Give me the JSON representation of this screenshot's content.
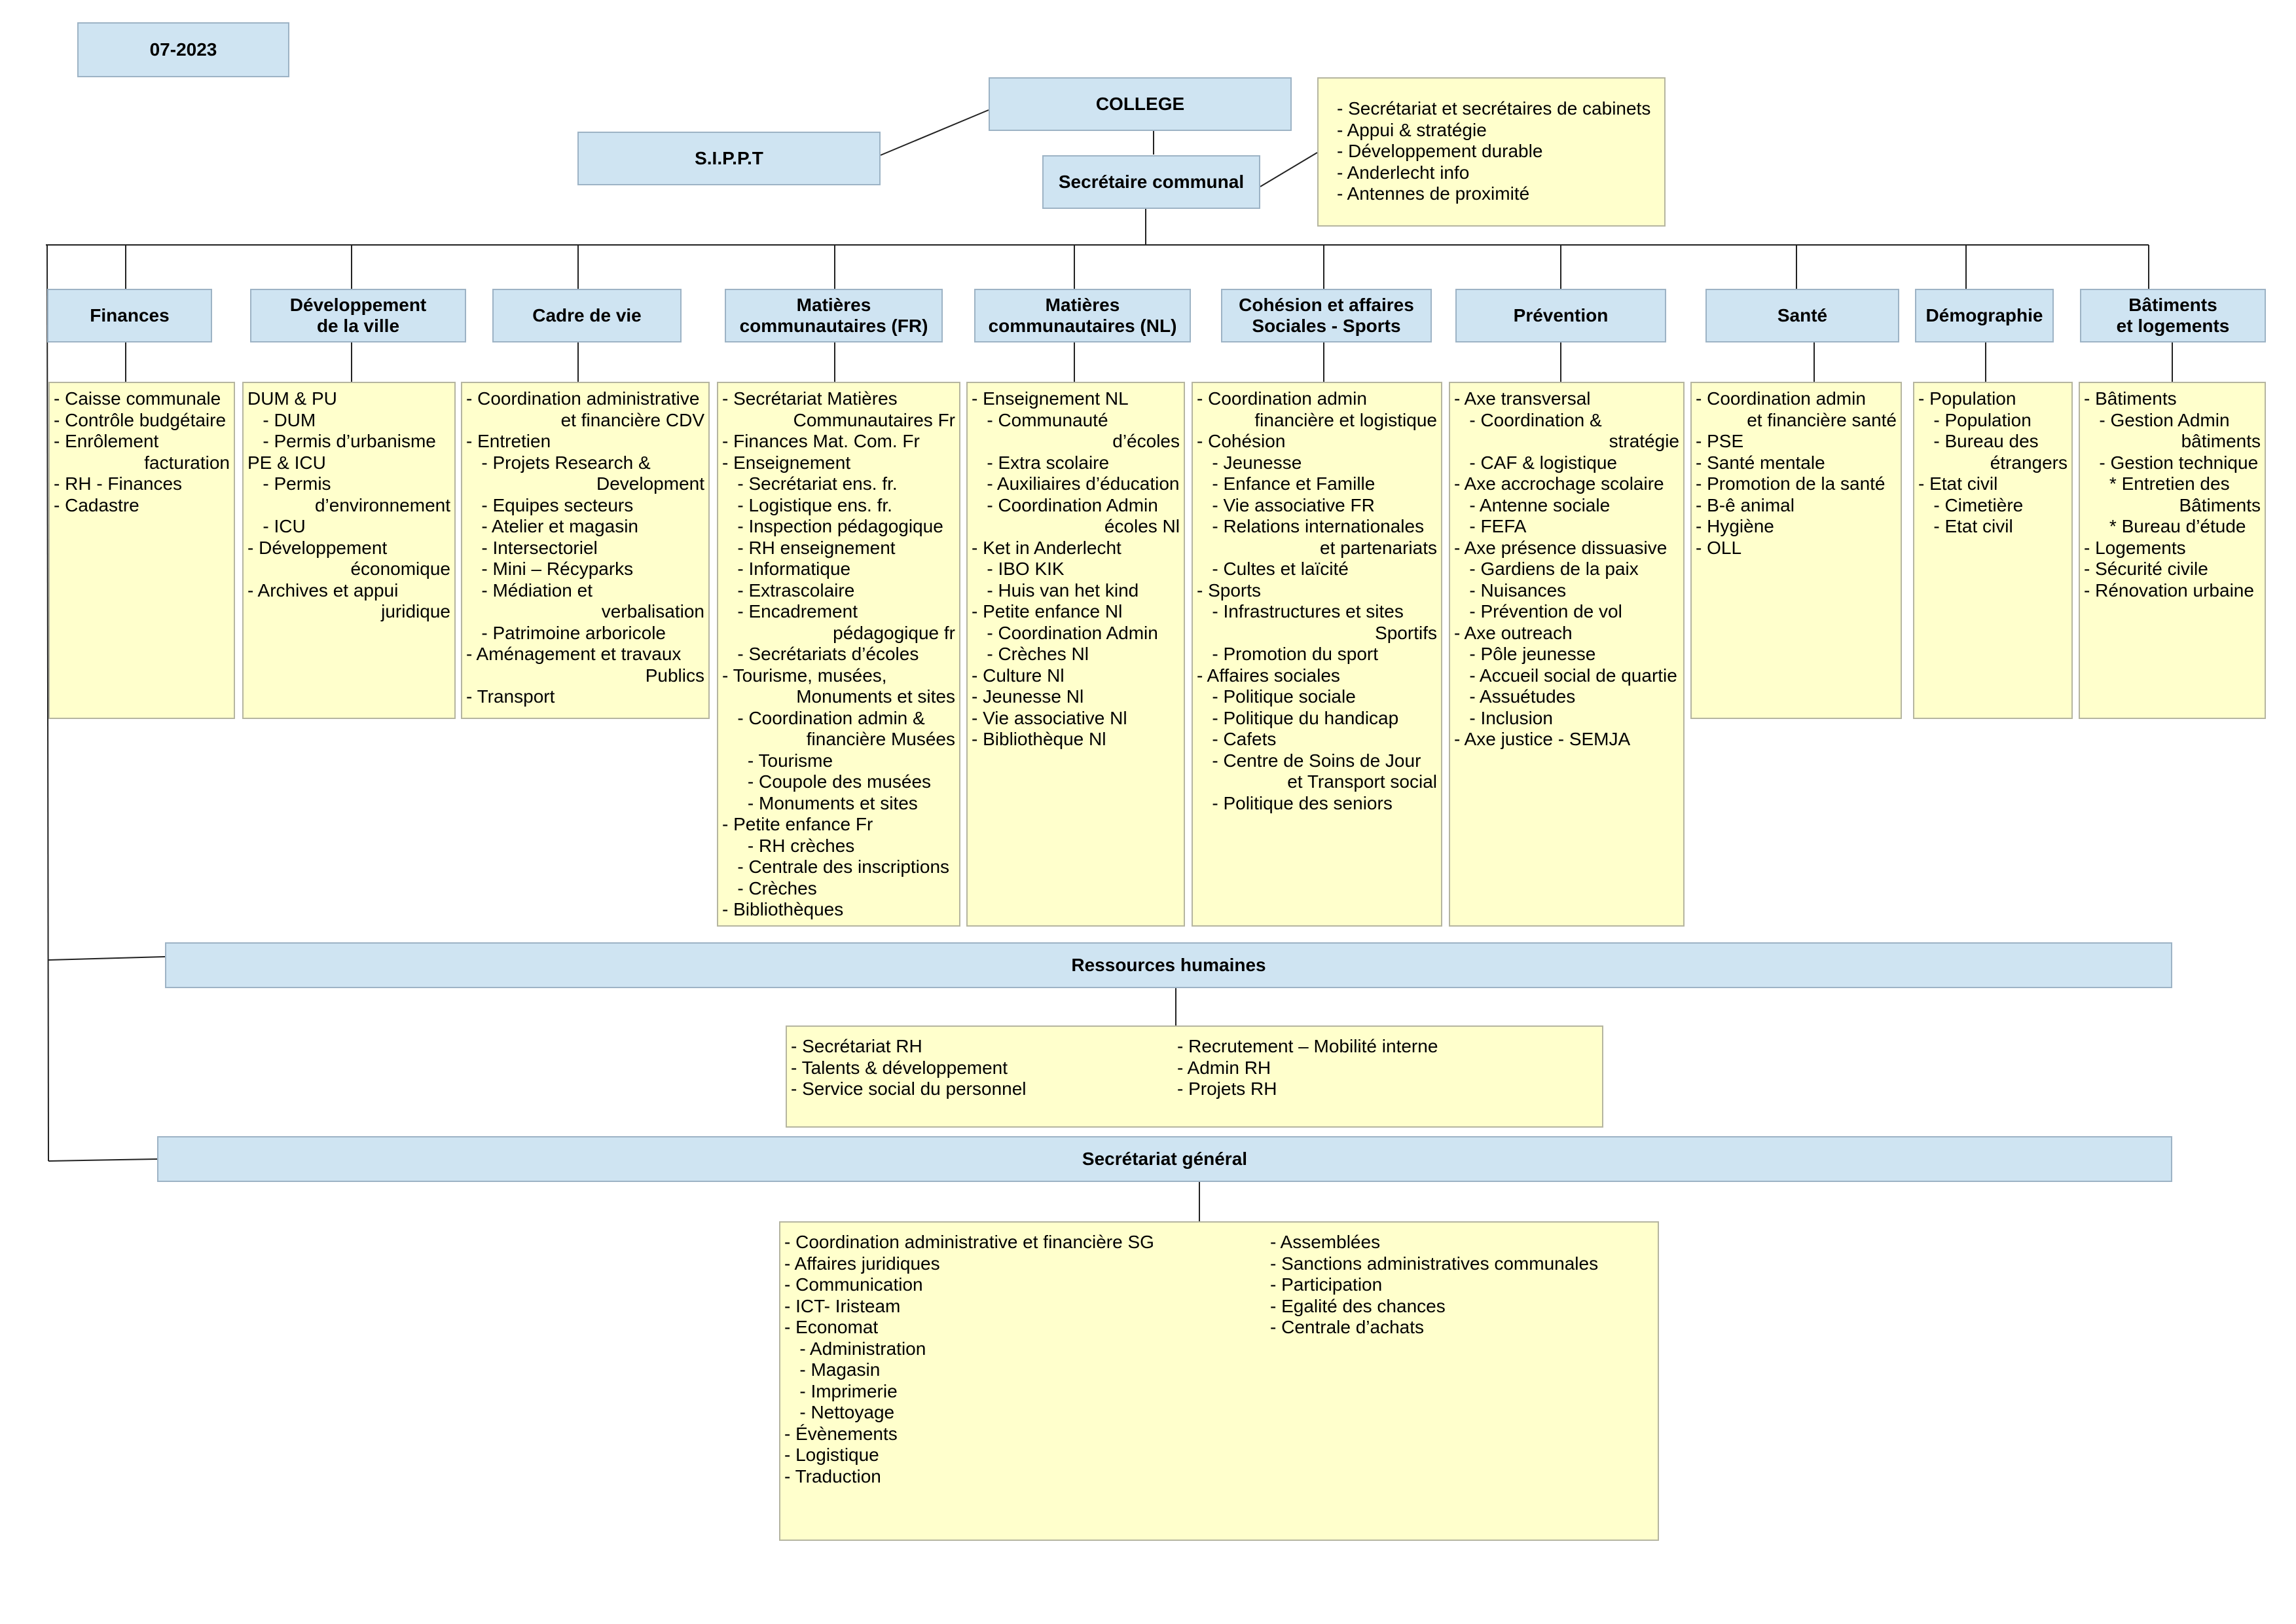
{
  "date": "07-2023",
  "top": {
    "college": "COLLEGE",
    "sippt": "S.I.P.P.T",
    "secretaire": "Secrétaire communal",
    "secretaire_notes": [
      {
        "t": "- Secrétariat et secrétaires de cabinets"
      },
      {
        "t": "- Appui & stratégie"
      },
      {
        "t": "- Développement durable"
      },
      {
        "t": "- Anderlecht info"
      },
      {
        "t": "- Antennes de proximité"
      }
    ]
  },
  "departments": [
    {
      "label": "Finances",
      "items": [
        {
          "t": "- Caisse communale"
        },
        {
          "t": "- Contrôle budgétaire"
        },
        {
          "t": "- Enrôlement"
        },
        {
          "t": "facturation",
          "r": true
        },
        {
          "t": "- RH - Finances"
        },
        {
          "t": "- Cadastre"
        }
      ]
    },
    {
      "label": "Développement\nde la ville",
      "items": [
        {
          "t": "DUM & PU"
        },
        {
          "t": "   - DUM"
        },
        {
          "t": "   - Permis d’urbanisme"
        },
        {
          "t": "PE & ICU"
        },
        {
          "t": "   - Permis"
        },
        {
          "t": "d’environnement",
          "r": true
        },
        {
          "t": "   - ICU"
        },
        {
          "t": "- Développement"
        },
        {
          "t": "économique",
          "r": true
        },
        {
          "t": "- Archives et appui"
        },
        {
          "t": "juridique",
          "r": true
        }
      ]
    },
    {
      "label": "Cadre de vie",
      "items": [
        {
          "t": "- Coordination administrative"
        },
        {
          "t": "et financière CDV",
          "r": true
        },
        {
          "t": "- Entretien"
        },
        {
          "t": "   - Projets Research &"
        },
        {
          "t": "Development",
          "r": true
        },
        {
          "t": "   - Equipes secteurs"
        },
        {
          "t": "   - Atelier et magasin"
        },
        {
          "t": "   - Intersectoriel"
        },
        {
          "t": "   - Mini – Récyparks"
        },
        {
          "t": "   - Médiation et"
        },
        {
          "t": "verbalisation",
          "r": true
        },
        {
          "t": "   - Patrimoine arboricole"
        },
        {
          "t": "- Aménagement et travaux"
        },
        {
          "t": "Publics",
          "r": true
        },
        {
          "t": "- Transport"
        }
      ]
    },
    {
      "label": "Matières\ncommunautaires (FR)",
      "items": [
        {
          "t": "- Secrétariat Matières"
        },
        {
          "t": "Communautaires Fr",
          "r": true
        },
        {
          "t": "- Finances Mat. Com. Fr"
        },
        {
          "t": "- Enseignement"
        },
        {
          "t": "   - Secrétariat ens. fr."
        },
        {
          "t": "   - Logistique ens. fr."
        },
        {
          "t": "   - Inspection pédagogique"
        },
        {
          "t": "   - RH enseignement"
        },
        {
          "t": "   - Informatique"
        },
        {
          "t": "   - Extrascolaire"
        },
        {
          "t": "   - Encadrement"
        },
        {
          "t": "pédagogique fr",
          "r": true
        },
        {
          "t": "   - Secrétariats d’écoles"
        },
        {
          "t": "- Tourisme, musées,"
        },
        {
          "t": "Monuments et sites",
          "r": true
        },
        {
          "t": "   - Coordination admin &"
        },
        {
          "t": "financière Musées",
          "r": true
        },
        {
          "t": "     - Tourisme"
        },
        {
          "t": "     - Coupole des musées"
        },
        {
          "t": "     - Monuments et sites"
        },
        {
          "t": "- Petite enfance Fr"
        },
        {
          "t": "     - RH crèches"
        },
        {
          "t": "   - Centrale des inscriptions"
        },
        {
          "t": "   - Crèches"
        },
        {
          "t": "- Bibliothèques"
        }
      ]
    },
    {
      "label": "Matières\ncommunautaires (NL)",
      "items": [
        {
          "t": "- Enseignement NL"
        },
        {
          "t": "   - Communauté"
        },
        {
          "t": "d’écoles",
          "r": true
        },
        {
          "t": "   - Extra scolaire"
        },
        {
          "t": "   - Auxiliaires d’éducation"
        },
        {
          "t": "   - Coordination Admin"
        },
        {
          "t": "écoles Nl",
          "r": true
        },
        {
          "t": "- Ket in Anderlecht"
        },
        {
          "t": "   - IBO KIK"
        },
        {
          "t": "   - Huis van het kind"
        },
        {
          "t": "- Petite enfance Nl"
        },
        {
          "t": "   - Coordination Admin"
        },
        {
          "t": "   - Crèches Nl"
        },
        {
          "t": "- Culture Nl"
        },
        {
          "t": "- Jeunesse Nl"
        },
        {
          "t": "- Vie associative Nl"
        },
        {
          "t": "- Bibliothèque Nl"
        }
      ]
    },
    {
      "label": "Cohésion et affaires\nSociales - Sports",
      "items": [
        {
          "t": "- Coordination admin"
        },
        {
          "t": "financière et logistique",
          "r": true
        },
        {
          "t": "- Cohésion"
        },
        {
          "t": "   - Jeunesse"
        },
        {
          "t": "   - Enfance et Famille"
        },
        {
          "t": "   - Vie associative FR"
        },
        {
          "t": "   - Relations internationales"
        },
        {
          "t": "et partenariats",
          "r": true
        },
        {
          "t": "   - Cultes et laïcité"
        },
        {
          "t": "- Sports"
        },
        {
          "t": "   - Infrastructures et sites"
        },
        {
          "t": "Sportifs",
          "r": true
        },
        {
          "t": "   - Promotion du sport"
        },
        {
          "t": "- Affaires sociales"
        },
        {
          "t": "   - Politique sociale"
        },
        {
          "t": "   - Politique du handicap"
        },
        {
          "t": "   - Cafets"
        },
        {
          "t": "   - Centre de Soins de Jour"
        },
        {
          "t": "et Transport social",
          "r": true
        },
        {
          "t": "   - Politique des seniors"
        }
      ]
    },
    {
      "label": "Prévention",
      "items": [
        {
          "t": "- Axe transversal"
        },
        {
          "t": "   - Coordination &"
        },
        {
          "t": "stratégie",
          "r": true
        },
        {
          "t": "   - CAF & logistique"
        },
        {
          "t": "- Axe accrochage scolaire"
        },
        {
          "t": "   - Antenne sociale"
        },
        {
          "t": "   - FEFA"
        },
        {
          "t": "- Axe présence dissuasive"
        },
        {
          "t": "   - Gardiens de la paix"
        },
        {
          "t": "   - Nuisances"
        },
        {
          "t": "   - Prévention de vol"
        },
        {
          "t": "- Axe outreach"
        },
        {
          "t": "   - Pôle jeunesse"
        },
        {
          "t": "   - Accueil social de quartie"
        },
        {
          "t": "   - Assuétudes"
        },
        {
          "t": "   - Inclusion"
        },
        {
          "t": "- Axe justice - SEMJA"
        }
      ]
    },
    {
      "label": "Santé",
      "items": [
        {
          "t": "- Coordination admin"
        },
        {
          "t": "et financière santé",
          "r": true
        },
        {
          "t": "- PSE"
        },
        {
          "t": "- Santé mentale"
        },
        {
          "t": "- Promotion de la santé"
        },
        {
          "t": "- B-ê animal"
        },
        {
          "t": "- Hygiène"
        },
        {
          "t": "- OLL"
        }
      ]
    },
    {
      "label": "Démographie",
      "items": [
        {
          "t": "- Population"
        },
        {
          "t": "   - Population"
        },
        {
          "t": "   - Bureau des"
        },
        {
          "t": "étrangers",
          "r": true
        },
        {
          "t": "- Etat civil"
        },
        {
          "t": "   - Cimetière"
        },
        {
          "t": "   - Etat civil"
        }
      ]
    },
    {
      "label": "Bâtiments\net logements",
      "items": [
        {
          "t": "- Bâtiments"
        },
        {
          "t": "   - Gestion Admin"
        },
        {
          "t": "bâtiments",
          "r": true
        },
        {
          "t": "   - Gestion technique"
        },
        {
          "t": "     * Entretien des"
        },
        {
          "t": "Bâtiments",
          "r": true
        },
        {
          "t": "     * Bureau d’étude"
        },
        {
          "t": "- Logements"
        },
        {
          "t": "- Sécurité civile"
        },
        {
          "t": "- Rénovation urbaine"
        }
      ]
    }
  ],
  "rh": {
    "label": "Ressources humaines",
    "left": [
      {
        "t": "- Secrétariat RH"
      },
      {
        "t": "- Talents & développement"
      },
      {
        "t": "- Service social du personnel"
      }
    ],
    "right": [
      {
        "t": "- Recrutement – Mobilité interne"
      },
      {
        "t": "- Admin RH"
      },
      {
        "t": "- Projets RH"
      }
    ]
  },
  "sg": {
    "label": "Secrétariat général",
    "left": [
      {
        "t": "- Coordination administrative et financière SG"
      },
      {
        "t": "- Affaires juridiques"
      },
      {
        "t": "- Communication"
      },
      {
        "t": "- ICT- Iristeam"
      },
      {
        "t": "- Economat"
      },
      {
        "t": "   - Administration"
      },
      {
        "t": "   - Magasin"
      },
      {
        "t": "   - Imprimerie"
      },
      {
        "t": "   - Nettoyage"
      },
      {
        "t": "- Évènements"
      },
      {
        "t": "- Logistique"
      },
      {
        "t": "- Traduction"
      }
    ],
    "right": [
      {
        "t": "- Assemblées"
      },
      {
        "t": "- Sanctions administratives communales"
      },
      {
        "t": "- Participation"
      },
      {
        "t": "- Egalité des chances"
      },
      {
        "t": "- Centrale d’achats"
      }
    ]
  }
}
